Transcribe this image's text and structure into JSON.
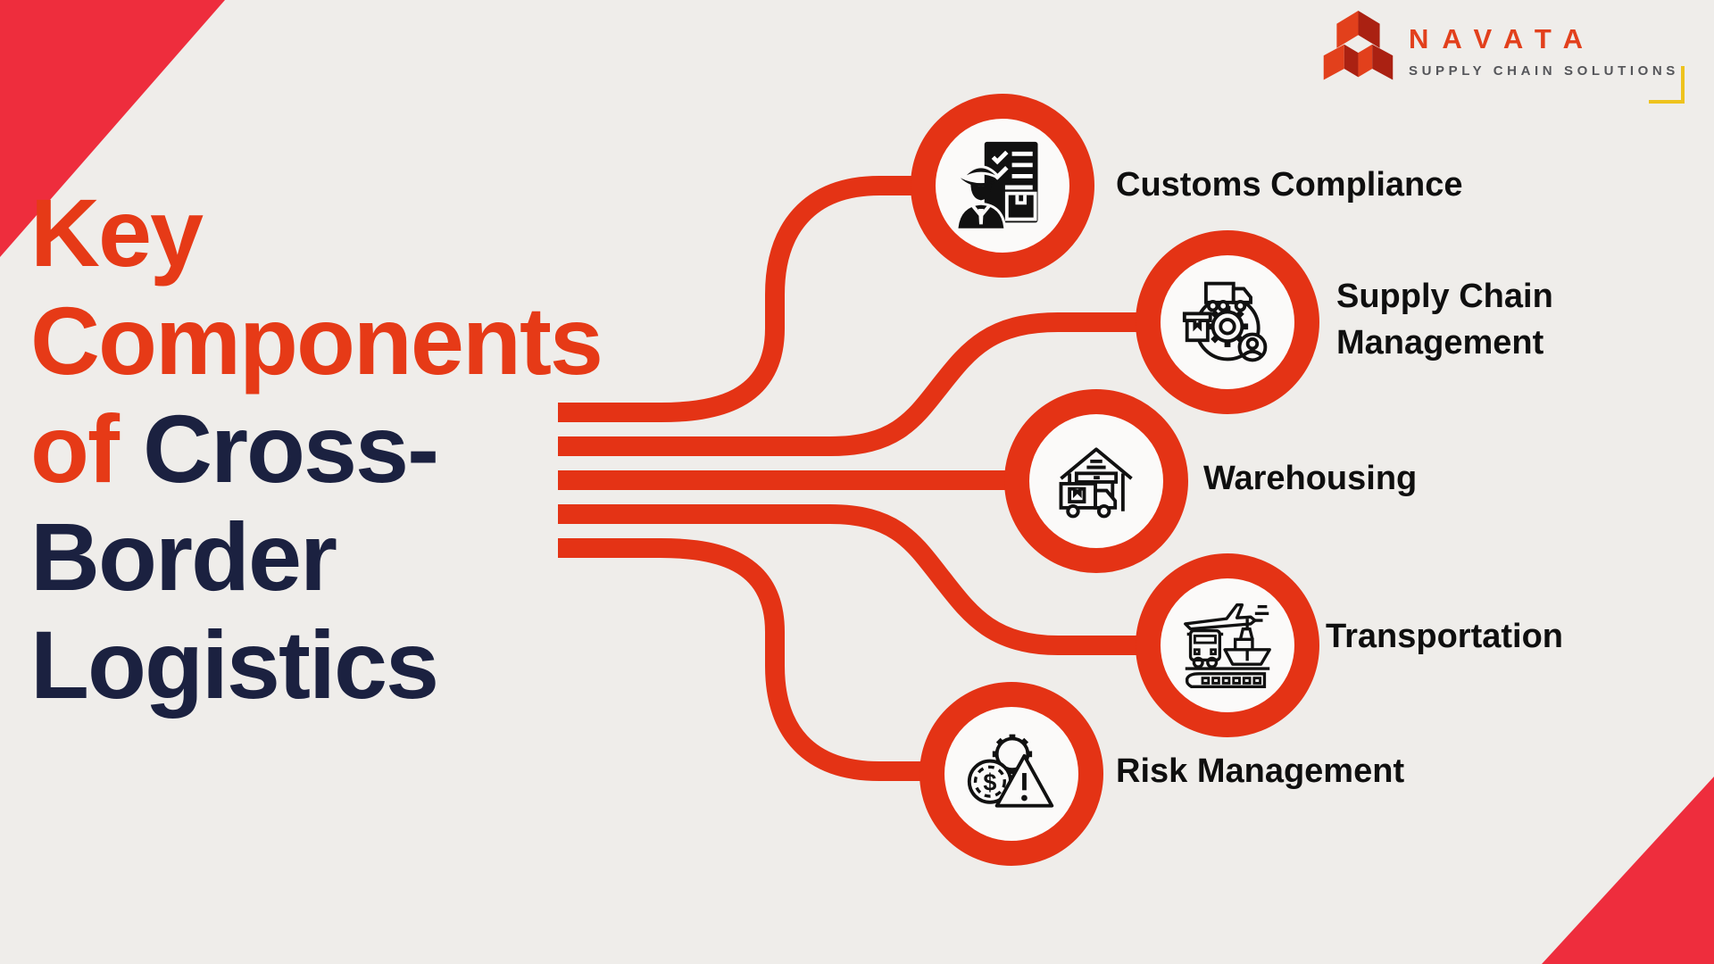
{
  "colors": {
    "background": "#efedea",
    "accent-red": "#e43315",
    "corner-red": "#ee2d3d",
    "title-red": "#e63a17",
    "title-navy": "#1b2140",
    "label-black": "#0f0f0f",
    "icon-black": "#111111",
    "circle-fill": "#fbfaf9",
    "logo-orange": "#e2401c",
    "logo-dark-red": "#aa2112",
    "logo-gray": "#55565a",
    "logo-yellow": "#eec31e"
  },
  "logo": {
    "brand": "NAVATA",
    "tagline": "SUPPLY CHAIN SOLUTIONS"
  },
  "title": {
    "word1": "Key",
    "word2": "Components",
    "word3": "of",
    "word4": "Cross-",
    "word5": "Border",
    "word6": "Logistics"
  },
  "nodes": [
    {
      "label": "Customs Compliance",
      "icon": "customs-officer-checklist-icon"
    },
    {
      "label": "Supply Chain Management",
      "label_line1": "Supply Chain",
      "label_line2": "Management",
      "icon": "supply-chain-cycle-icon"
    },
    {
      "label": "Warehousing",
      "icon": "warehouse-truck-icon"
    },
    {
      "label": "Transportation",
      "icon": "multimodal-transport-icon"
    },
    {
      "label": "Risk Management",
      "icon": "risk-warning-coin-gear-icon"
    }
  ]
}
